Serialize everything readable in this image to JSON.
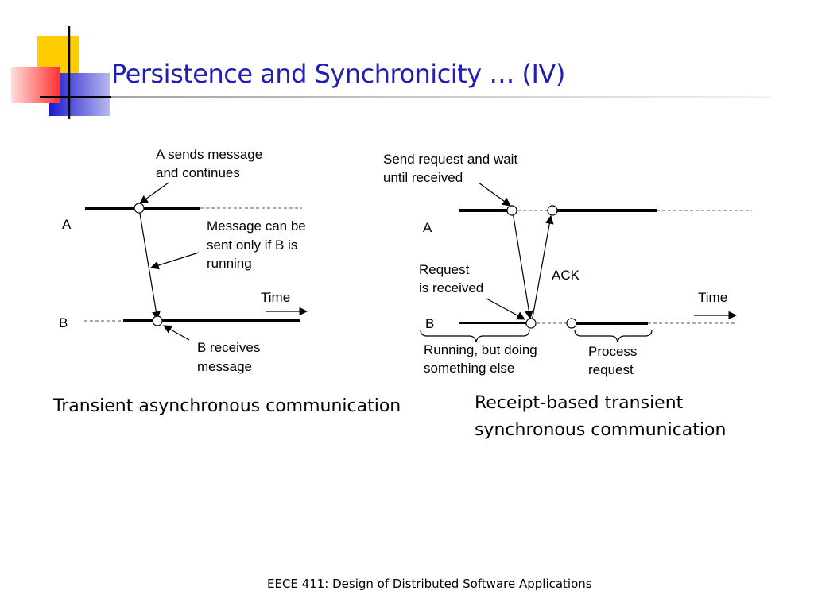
{
  "slide": {
    "title": "Persistence and Synchronicity … (IV)",
    "footer": "EECE 411: Design of Distributed Software Applications",
    "colors": {
      "title": "#1f1fb4",
      "accent_yellow": "#ffcc00",
      "accent_red": "#ff3333",
      "accent_blue": "#2222cc"
    }
  },
  "left_diagram": {
    "caption": "Transient asynchronous communication",
    "process_a": "A",
    "process_b": "B",
    "send_note_line1": "A sends message",
    "send_note_line2": "and continues",
    "cond_line1": "Message can be",
    "cond_line2": "sent only if B is",
    "cond_line3": "running",
    "time_label": "Time",
    "recv_line1": "B receives",
    "recv_line2": "message"
  },
  "right_diagram": {
    "caption_line1": "Receipt-based transient",
    "caption_line2": "synchronous communication",
    "process_a": "A",
    "process_b": "B",
    "send_line1": "Send request and wait",
    "send_line2": "until received",
    "req_line1": "Request",
    "req_line2": "is received",
    "ack_label": "ACK",
    "time_label": "Time",
    "running_line1": "Running, but  doing",
    "running_line2": "something else",
    "process_line1": "Process",
    "process_line2": "request"
  }
}
